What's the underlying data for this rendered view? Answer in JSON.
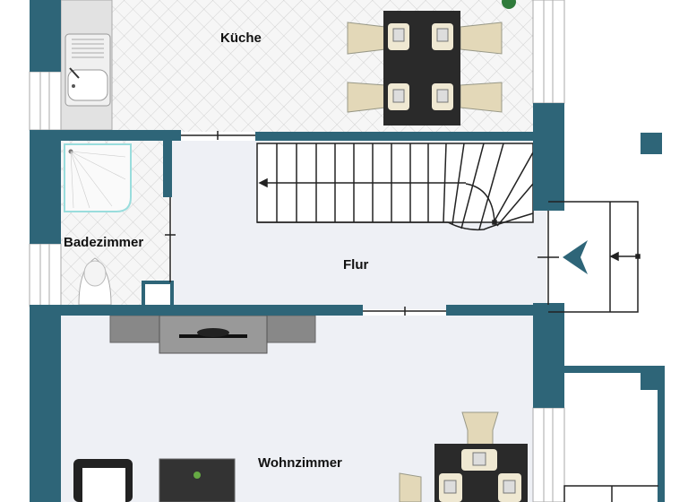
{
  "plan": {
    "rooms": [
      {
        "id": "kitchen",
        "label": "Küche"
      },
      {
        "id": "bathroom",
        "label": "Badezimmer"
      },
      {
        "id": "hallway",
        "label": "Flur"
      },
      {
        "id": "living",
        "label": "Wohnzimmer"
      }
    ],
    "colors": {
      "wall": "#2e6578",
      "floor": "#eef0f5",
      "tile": "#f4f4f4",
      "line": "#222222"
    },
    "entrance_icon": "entrance-arrow-icon"
  }
}
